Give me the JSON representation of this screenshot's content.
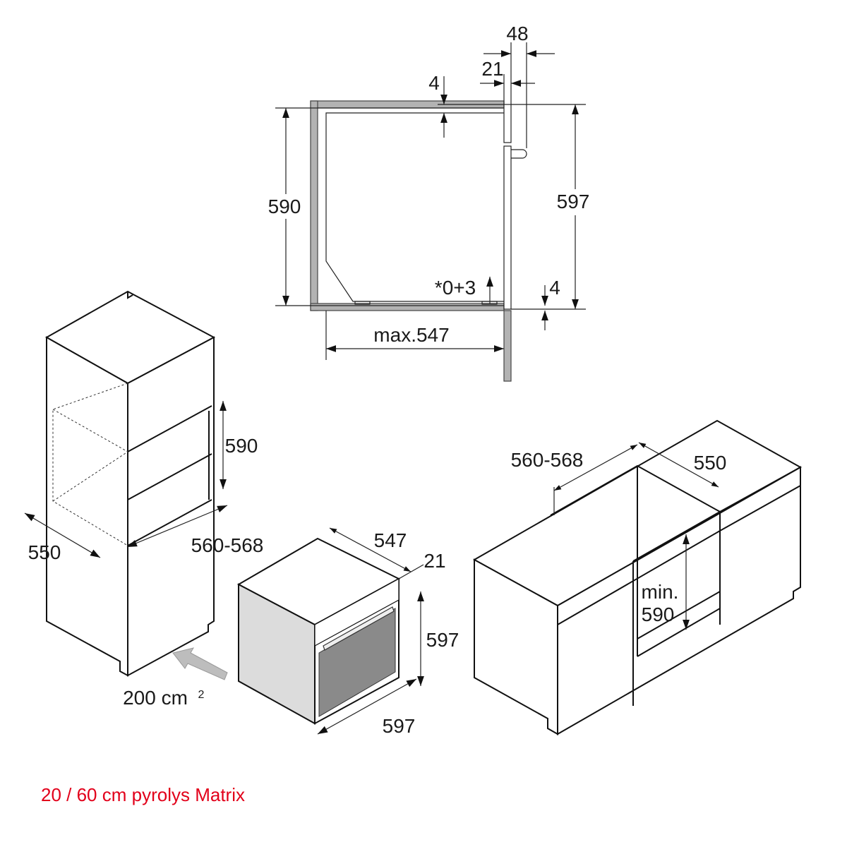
{
  "section_view": {
    "dim_48": "48",
    "dim_21": "21",
    "dim_4_top": "4",
    "dim_590": "590",
    "dim_597": "597",
    "dim_0_3": "*0+3",
    "dim_4_bottom": "4",
    "dim_max547": "max.547"
  },
  "tall_cabinet": {
    "dim_590": "590",
    "dim_550": "550",
    "dim_560_568": "560-568",
    "ventilation": "200 cm",
    "ventilation_sup": "2"
  },
  "oven": {
    "dim_547": "547",
    "dim_21": "21",
    "dim_597_height": "597",
    "dim_597_width": "597"
  },
  "base_cabinet": {
    "dim_560_568": "560-568",
    "dim_550": "550",
    "min_label": "min.",
    "dim_590": "590"
  },
  "caption": {
    "text": "20 / 60 cm pyrolys Matrix",
    "color": "#e2001a"
  }
}
